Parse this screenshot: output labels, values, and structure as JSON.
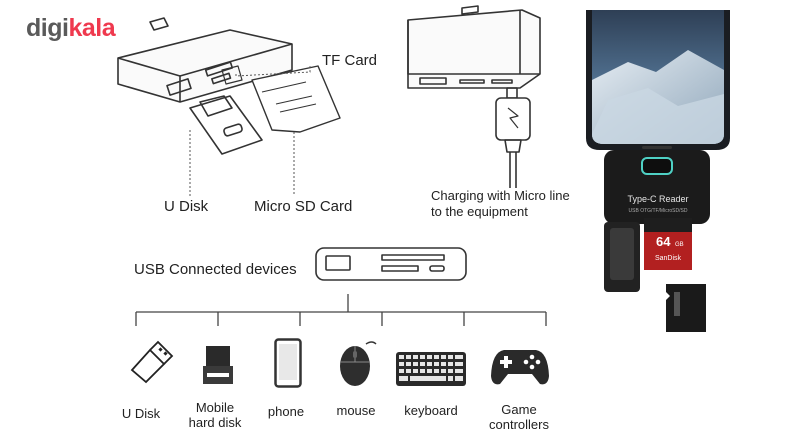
{
  "logo": {
    "part1": "digi",
    "part2": "kala",
    "brand_color": "#ef394e"
  },
  "labels": {
    "tf_card": "TF Card",
    "u_disk": "U Disk",
    "micro_sd_card": "Micro SD Card",
    "charging_line1": "Charging with Micro line",
    "charging_line2": "to the equipment",
    "usb_connected": "USB Connected devices"
  },
  "reader": {
    "title": "Type-C Reader",
    "subtitle": "USB OTG/TF/MicroSD/SD"
  },
  "sd_card": {
    "brand": "SanDisk",
    "capacity": "64",
    "unit": "GB"
  },
  "devices": [
    {
      "id": "u-disk",
      "label": "U Disk",
      "icon": "usb-stick-icon"
    },
    {
      "id": "mobile-hard-disk",
      "label_line1": "Mobile",
      "label_line2": "hard disk",
      "icon": "hard-disk-icon"
    },
    {
      "id": "phone",
      "label": "phone",
      "icon": "phone-icon"
    },
    {
      "id": "mouse",
      "label": "mouse",
      "icon": "mouse-icon"
    },
    {
      "id": "keyboard",
      "label": "keyboard",
      "icon": "keyboard-icon"
    },
    {
      "id": "game-controllers",
      "label_line1": "Game",
      "label_line2": "controllers",
      "icon": "gamepad-icon"
    }
  ]
}
